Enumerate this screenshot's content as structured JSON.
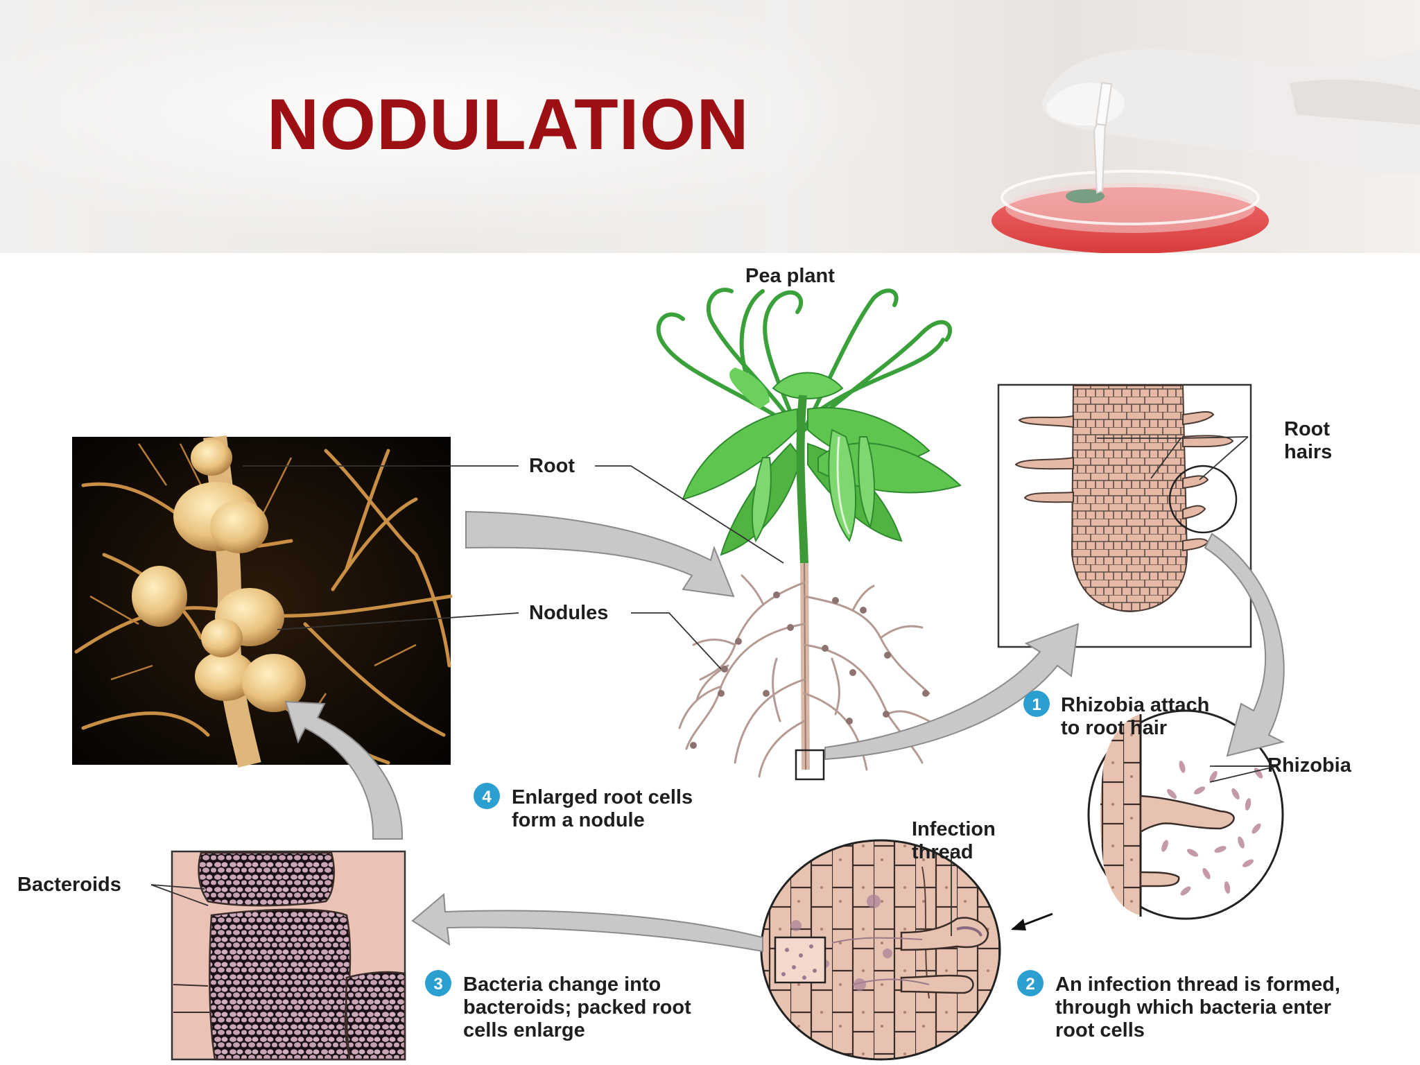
{
  "slide": {
    "title": "NODULATION"
  },
  "labels": {
    "pea_plant": "Pea plant",
    "root": "Root",
    "nodules": "Nodules",
    "root_hairs": [
      "Root",
      "hairs"
    ],
    "rhizobia": "Rhizobia",
    "infection_thread": [
      "Infection",
      "thread"
    ],
    "bacteroids": "Bacteroids"
  },
  "steps": [
    {
      "number": "1",
      "lines": [
        "Rhizobia attach",
        "to root hair"
      ]
    },
    {
      "number": "2",
      "lines": [
        "An infection thread is formed,",
        "through which bacteria enter",
        "root cells"
      ]
    },
    {
      "number": "3",
      "lines": [
        "Bacteria change into",
        "bacteroids; packed root",
        "cells enlarge"
      ]
    },
    {
      "number": "4",
      "lines": [
        "Enlarged root cells",
        "form a nodule"
      ]
    }
  ],
  "colors": {
    "title": "#9d0f12",
    "step_badge": "#2a9fd0",
    "arrow_fill": "#c8c8c8",
    "cell_fill": "#e8c2b0",
    "leaf": "#56c04a"
  }
}
